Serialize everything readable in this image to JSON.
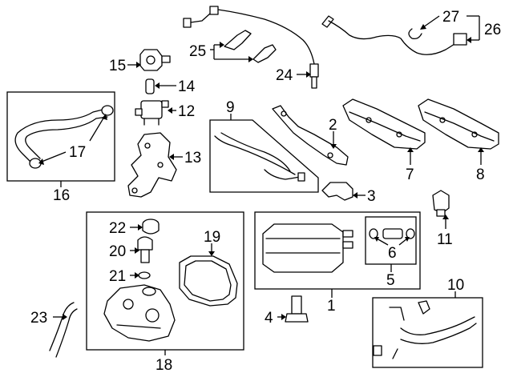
{
  "callouts": {
    "c1": "1",
    "c2": "2",
    "c3": "3",
    "c4": "4",
    "c5": "5",
    "c6": "6",
    "c7": "7",
    "c8": "8",
    "c9": "9",
    "c10": "10",
    "c11": "11",
    "c12": "12",
    "c13": "13",
    "c14": "14",
    "c15": "15",
    "c16": "16",
    "c17": "17",
    "c18": "18",
    "c19": "19",
    "c20": "20",
    "c21": "21",
    "c22": "22",
    "c23": "23",
    "c24": "24",
    "c25": "25",
    "c26": "26",
    "c27": "27"
  }
}
